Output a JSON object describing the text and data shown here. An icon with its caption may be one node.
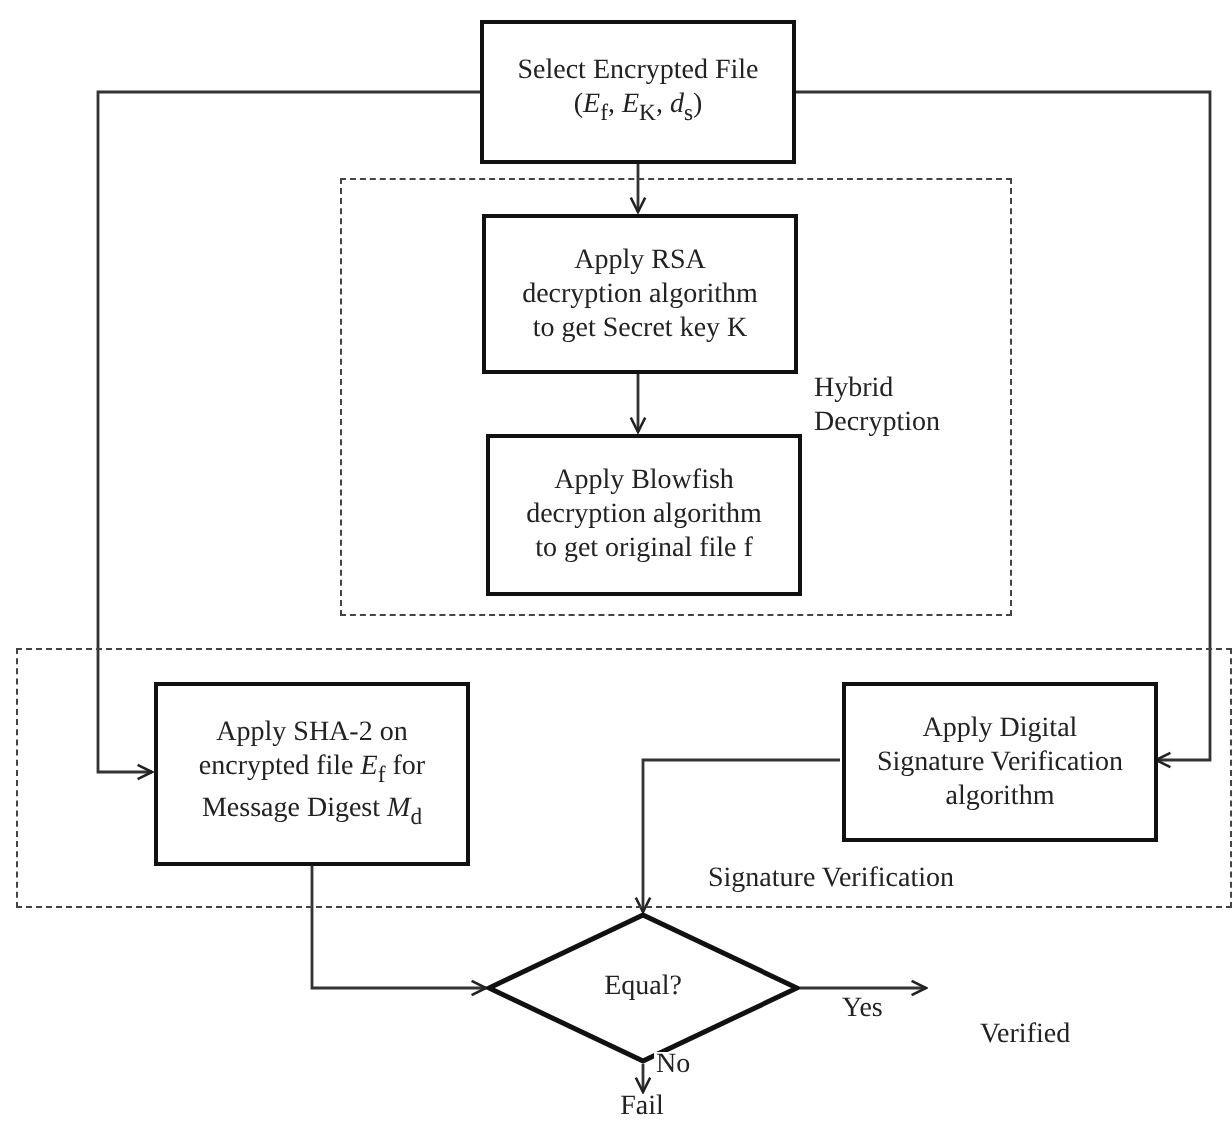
{
  "diagram": {
    "nodes": [
      {
        "text": [
          "Select Encrypted File (*E*$_{f}$, *E*$_{K}$, *d*$_{s}$)"
        ]
      },
      {
        "text": [
          "Hybrid Decryption"
        ]
      },
      {
        "text": [
          "Apply RSA decryption algorithm to get Secret key K"
        ],
        "in": 1
      },
      {
        "text": [
          "Apply Blowfish decryption algorithm to get original file f"
        ],
        "in": 1
      },
      {
        "text": [
          "Signature Verification"
        ]
      },
      {
        "text": [
          "Apply SHA-2 on encrypted file *E*$_{f}$ for Message Digest *M*$_{d}$"
        ],
        "in": 4
      },
      {
        "text": [
          "Apply Digital Signature Verification algorithm"
        ],
        "in": 4
      },
      {
        "text": [
          "Equal?"
        ]
      },
      {
        "text": [
          "Verified"
        ]
      },
      {
        "text": [
          "Fail"
        ]
      }
    ],
    "edges": [
      {
        "from": 0,
        "to": 2,
        "arrow": "to"
      },
      {
        "from": 2,
        "to": 3,
        "arrow": "to"
      },
      {
        "from": 0,
        "to": 5,
        "arrow": "to"
      },
      {
        "from": 0,
        "to": 6,
        "arrow": "to"
      },
      {
        "from": 5,
        "to": 7,
        "arrow": "to"
      },
      {
        "from": 6,
        "to": 7,
        "arrow": "to"
      },
      {
        "from": 7,
        "to": 8,
        "arrow": "to",
        "label": "Yes"
      },
      {
        "from": 7,
        "to": 9,
        "arrow": "to",
        "label": "No"
      }
    ]
  }
}
